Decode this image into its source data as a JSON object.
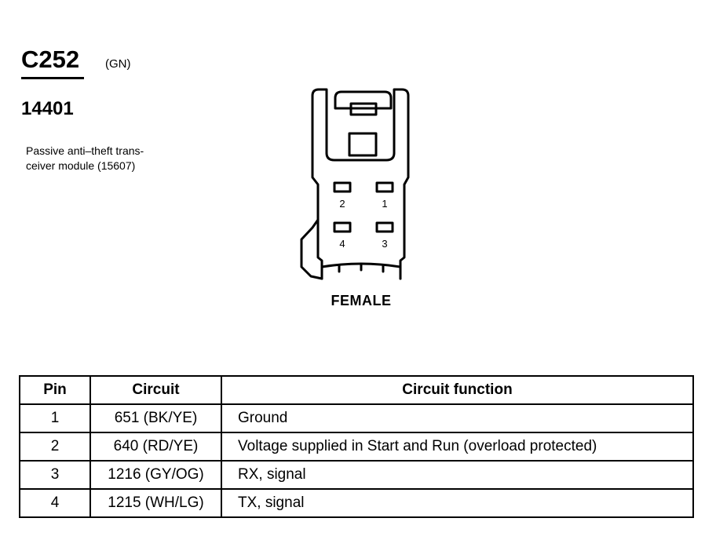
{
  "connector": {
    "id": "C252",
    "color_code": "(GN)",
    "part_number": "14401",
    "description_lines": [
      "Passive anti–theft trans-",
      "ceiver module (15607)"
    ],
    "view": "FEMALE",
    "pin_labels": [
      "2",
      "1",
      "4",
      "3"
    ]
  },
  "table": {
    "headers": [
      "Pin",
      "Circuit",
      "Circuit function"
    ],
    "rows": [
      {
        "pin": "1",
        "circuit": "651 (BK/YE)",
        "function": "Ground"
      },
      {
        "pin": "2",
        "circuit": "640 (RD/YE)",
        "function": "Voltage supplied in Start and Run (overload protected)"
      },
      {
        "pin": "3",
        "circuit": "1216 (GY/OG)",
        "function": "RX, signal"
      },
      {
        "pin": "4",
        "circuit": "1215 (WH/LG)",
        "function": "TX, signal"
      }
    ]
  }
}
